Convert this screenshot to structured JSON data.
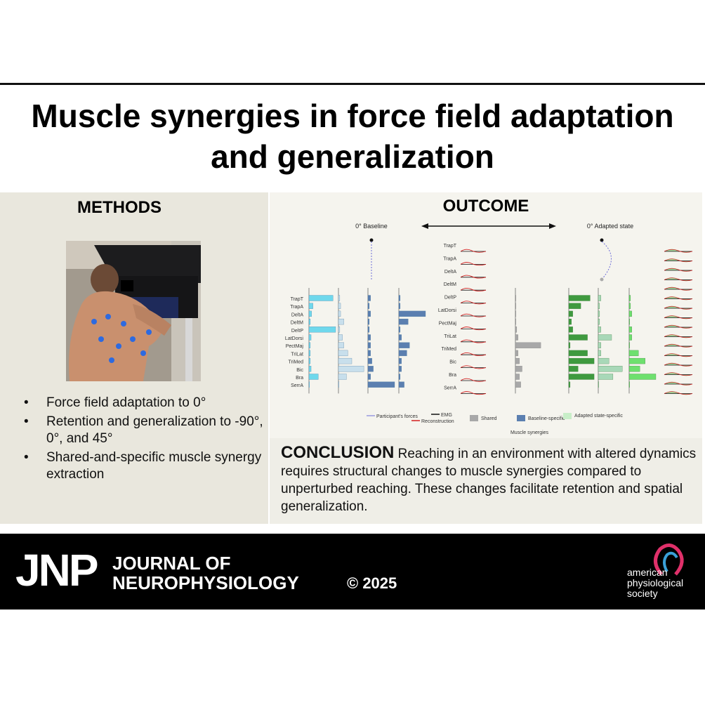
{
  "title": "Muscle synergies in force field adaptation and generalization",
  "methods": {
    "heading": "METHODS",
    "bullets": [
      "Force field adaptation to 0°",
      "Retention and generalization to -90°, 0°, and 45°",
      "Shared-and-specific muscle synergy extraction"
    ]
  },
  "outcome": {
    "heading": "OUTCOME",
    "baseline_label": "0° Baseline",
    "adapted_label": "0° Adapted state",
    "muscles_left": [
      "TrapT",
      "TrapA",
      "DeltA",
      "DeltM",
      "DeltP",
      "LatDorsi",
      "PectMaj",
      "TriLat",
      "TriMed",
      "Bic",
      "Bra",
      "SerrA"
    ],
    "muscles_center": [
      "TrapT",
      "TrapA",
      "DeltA",
      "DeltM",
      "DeltP",
      "LatDorsi",
      "PectMaj",
      "TriLat",
      "TriMed",
      "Bic",
      "Bra",
      "SerrA"
    ],
    "legend": {
      "forces": "Participant's forces",
      "emg": "EMG",
      "reconstruction": "Reconstruction",
      "shared": "Shared",
      "baseline_specific": "Baseline-specific",
      "adapted_specific": "Adapted state-specific",
      "caption": "Muscle synergies"
    },
    "colors": {
      "baseline_light": "#6fd8ec",
      "baseline_pale": "#c8dfec",
      "baseline_dark": "#5b7fb0",
      "shared": "#a8a8a8",
      "adapted_dark": "#3f9a3f",
      "adapted_mid": "#a8d8b8",
      "adapted_light": "#6ee06e",
      "emg": "#111111",
      "reconstruction": "#d42020"
    },
    "synergy_baseline": [
      [
        0.9,
        0.15,
        0.1,
        0.05,
        1.0,
        0.08,
        0.05,
        0.05,
        0.05,
        0.08,
        0.35,
        0.0
      ],
      [
        0.05,
        0.08,
        0.08,
        0.2,
        0.05,
        0.15,
        0.2,
        0.35,
        0.5,
        0.95,
        0.3,
        0.0
      ],
      [
        0.1,
        0.05,
        0.1,
        0.05,
        0.05,
        0.1,
        0.1,
        0.1,
        0.15,
        0.2,
        0.1,
        1.0
      ],
      [
        0.05,
        0.05,
        1.0,
        0.35,
        0.05,
        0.1,
        0.4,
        0.3,
        0.1,
        0.1,
        0.05,
        0.2
      ]
    ],
    "synergy_shared": [
      0.02,
      0.02,
      0.02,
      0.02,
      0.05,
      0.1,
      0.95,
      0.1,
      0.15,
      0.25,
      0.15,
      0.2
    ],
    "synergy_adapted": [
      [
        0.8,
        0.45,
        0.15,
        0.1,
        0.15,
        0.7,
        0.05,
        0.7,
        0.95,
        0.35,
        0.95,
        0.05
      ],
      [
        0.1,
        0.05,
        0.05,
        0.05,
        0.1,
        0.5,
        0.1,
        0.1,
        0.4,
        0.9,
        0.55,
        0.0
      ],
      [
        0.05,
        0.05,
        0.1,
        0.0,
        0.1,
        0.1,
        0.0,
        0.35,
        0.6,
        0.4,
        1.0,
        0.0
      ],
      [
        0.0,
        0.0,
        0.0,
        0.0,
        0.0,
        0.0,
        0.0,
        0.0,
        0.0,
        0.0,
        0.0,
        0.0
      ]
    ]
  },
  "conclusion": {
    "heading": "CONCLUSION",
    "text": "Reaching in an environment with altered dynamics requires structural changes to muscle synergies compared to unperturbed reaching. These changes facilitate retention and spatial generalization."
  },
  "footer": {
    "jnp": "JNP",
    "journal_line1": "JOURNAL OF",
    "journal_line2": "NEUROPHYSIOLOGY",
    "copyright": "© 2025",
    "society_line1": "american",
    "society_line2": "physiological",
    "society_line3": "society"
  }
}
